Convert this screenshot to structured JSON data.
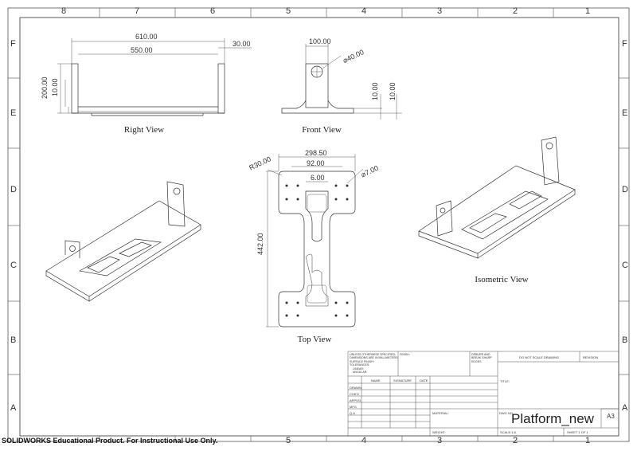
{
  "zones": {
    "cols": [
      "8",
      "7",
      "6",
      "5",
      "4",
      "3",
      "2",
      "1"
    ],
    "rows": [
      "F",
      "E",
      "D",
      "C",
      "B",
      "A"
    ]
  },
  "views": {
    "right": "Right View",
    "front": "Front View",
    "top": "Top View",
    "iso": "Isometric View"
  },
  "dims": {
    "right_overall": "610.00",
    "right_inner": "550.00",
    "right_flange": "30.00",
    "right_height": "200.00",
    "right_thick": "10.00",
    "front_width": "100.00",
    "front_hole": "⌀40.00",
    "front_thick_a": "10.00",
    "front_thick_b": "10.00",
    "top_overall": "298.50",
    "top_mid": "92.00",
    "top_slot": "6.00",
    "top_radius": "R30.00",
    "top_hole": "⌀7.00",
    "top_length": "442.00"
  },
  "title_block": {
    "notes": [
      "UNLESS OTHERWISE SPECIFIED:",
      "DIMENSIONS ARE IN MILLIMETERS",
      "SURFACE FINISH:",
      "TOLERANCES:",
      "LINEAR:",
      "ANGULAR:"
    ],
    "finish": "FINISH:",
    "deburr": [
      "DEBURR AND",
      "BREAK SHARP",
      "EDGES"
    ],
    "do_not_scale": "DO NOT SCALE DRAWING",
    "revision": "REVISION",
    "col_name": "NAME",
    "col_signature": "SIGNATURE",
    "col_date": "DATE",
    "rows": [
      "DRAWN",
      "CHK'D",
      "APPV'D",
      "MFG",
      "Q.A"
    ],
    "title_label": "TITLE:",
    "material": "MATERIAL:",
    "dwg_no": "DWG NO.",
    "dwg_name": "Platform_new",
    "sheet_size": "A3",
    "weight": "WEIGHT:",
    "scale": "SCALE:1:6",
    "sheet": "SHEET 1 OF 1"
  },
  "watermark": "SOLIDWORKS Educational Product. For Instructional Use Only."
}
